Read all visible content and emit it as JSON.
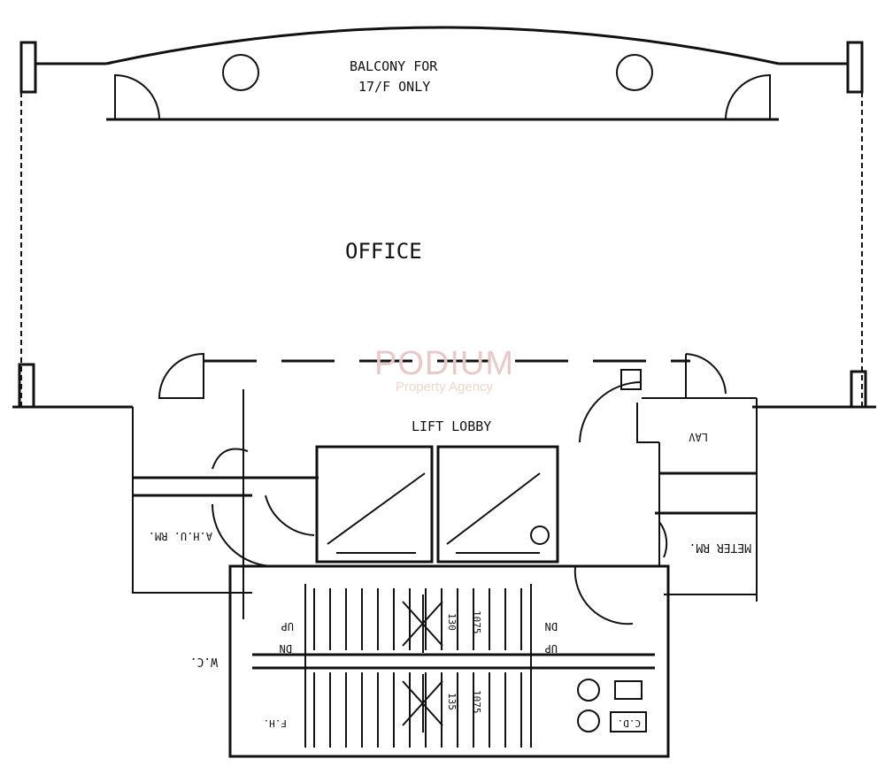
{
  "plan": {
    "balcony_line1": "BALCONY FOR",
    "balcony_line2": "17/F ONLY",
    "office": "OFFICE",
    "lift_lobby": "LIFT LOBBY",
    "ahu_room": "A.H.U. RM.",
    "meter_room": "METER RM.",
    "lav": "LAV",
    "wc": "W.C.",
    "up_1": "UP",
    "dn_1": "DN",
    "up_2": "UP",
    "dn_2": "DN",
    "fh": "F.H.",
    "cd": "C.D.",
    "dim_1": "1075",
    "dim_2": "1075",
    "dim_3": "130",
    "dim_4": "135"
  },
  "watermark": {
    "brand": "PODIUM",
    "tagline": "Property Agency",
    "color": "#e8c9c9"
  }
}
